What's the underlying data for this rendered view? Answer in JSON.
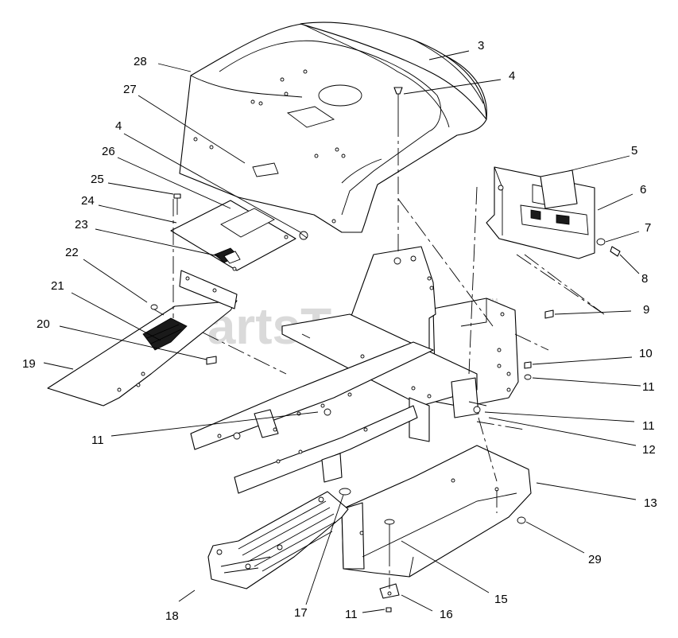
{
  "diagram": {
    "watermark": "PartsTree",
    "watermark_mark": "TM",
    "callouts": [
      {
        "id": "c28",
        "label": "28"
      },
      {
        "id": "c3",
        "label": "3"
      },
      {
        "id": "c4a",
        "label": "4"
      },
      {
        "id": "c27",
        "label": "27"
      },
      {
        "id": "c4b",
        "label": "4"
      },
      {
        "id": "c26",
        "label": "26"
      },
      {
        "id": "c5",
        "label": "5"
      },
      {
        "id": "c25",
        "label": "25"
      },
      {
        "id": "c24",
        "label": "24"
      },
      {
        "id": "c6",
        "label": "6"
      },
      {
        "id": "c23",
        "label": "23"
      },
      {
        "id": "c7",
        "label": "7"
      },
      {
        "id": "c22",
        "label": "22"
      },
      {
        "id": "c8",
        "label": "8"
      },
      {
        "id": "c21",
        "label": "21"
      },
      {
        "id": "c9",
        "label": "9"
      },
      {
        "id": "c20",
        "label": "20"
      },
      {
        "id": "c10",
        "label": "10"
      },
      {
        "id": "c19",
        "label": "19"
      },
      {
        "id": "c11a",
        "label": "11"
      },
      {
        "id": "c11b",
        "label": "11"
      },
      {
        "id": "c11c",
        "label": "11"
      },
      {
        "id": "c12",
        "label": "12"
      },
      {
        "id": "c13",
        "label": "13"
      },
      {
        "id": "c29",
        "label": "29"
      },
      {
        "id": "c15",
        "label": "15"
      },
      {
        "id": "c18",
        "label": "18"
      },
      {
        "id": "c17",
        "label": "17"
      },
      {
        "id": "c11d",
        "label": "11"
      },
      {
        "id": "c16",
        "label": "16"
      }
    ]
  }
}
